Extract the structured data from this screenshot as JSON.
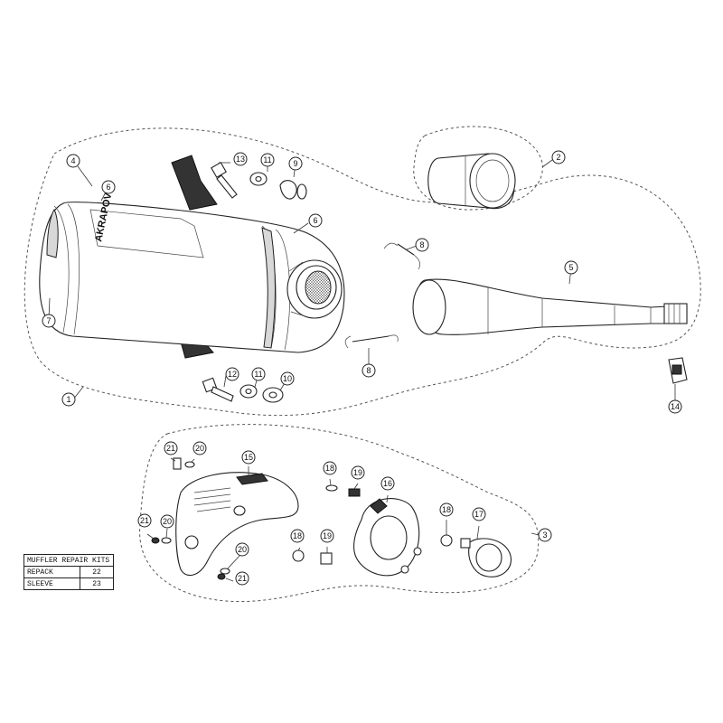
{
  "callouts": [
    {
      "label": "1"
    },
    {
      "label": "2"
    },
    {
      "label": "3"
    },
    {
      "label": "4"
    },
    {
      "label": "5"
    },
    {
      "label": "6"
    },
    {
      "label": "6"
    },
    {
      "label": "7"
    },
    {
      "label": "8"
    },
    {
      "label": "8"
    },
    {
      "label": "9"
    },
    {
      "label": "10"
    },
    {
      "label": "11"
    },
    {
      "label": "11"
    },
    {
      "label": "12"
    },
    {
      "label": "13"
    },
    {
      "label": "14"
    },
    {
      "label": "15"
    },
    {
      "label": "16"
    },
    {
      "label": "17"
    },
    {
      "label": "18"
    },
    {
      "label": "18"
    },
    {
      "label": "18"
    },
    {
      "label": "19"
    },
    {
      "label": "19"
    },
    {
      "label": "20"
    },
    {
      "label": "20"
    },
    {
      "label": "20"
    },
    {
      "label": "21"
    },
    {
      "label": "21"
    },
    {
      "label": "21"
    }
  ],
  "brand": "AKRAPOVIC",
  "repair_kits": {
    "title": "MUFFLER REPAIR KITS",
    "rows": [
      {
        "name": "REPACK",
        "number": "22"
      },
      {
        "name": "SLEEVE",
        "number": "23"
      }
    ]
  }
}
